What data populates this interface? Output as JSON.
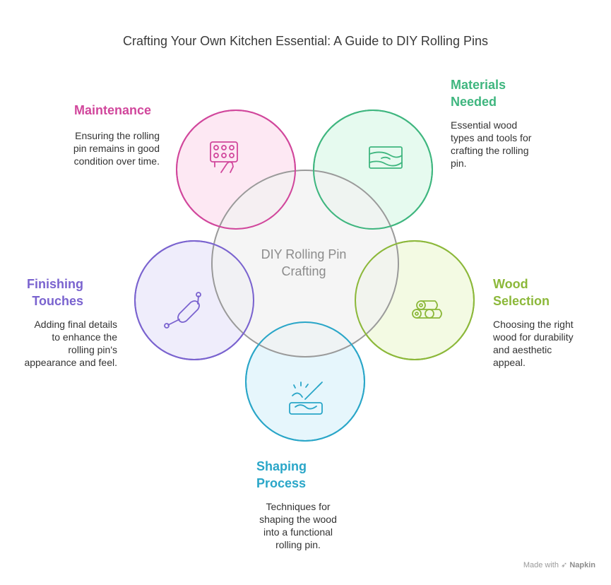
{
  "title": "Crafting Your Own Kitchen Essential: A Guide to DIY Rolling Pins",
  "center": {
    "label": "DIY Rolling Pin\nCrafting"
  },
  "nodes": [
    {
      "id": "maintenance",
      "label": "Maintenance",
      "description": "Ensuring the rolling\npin remains in good\ncondition over time.",
      "color": "#d1479c",
      "fill": "#fde8f3",
      "icon": "hand-pressing-buttons-icon"
    },
    {
      "id": "materials",
      "label": "Materials\nNeeded",
      "description": "Essential wood\ntypes and tools for\ncrafting the rolling\npin.",
      "color": "#3fb67f",
      "fill": "#e6faef",
      "icon": "wood-plank-icon"
    },
    {
      "id": "wood",
      "label": "Wood\nSelection",
      "description": "Choosing the right\nwood for durability\nand aesthetic\nappeal.",
      "color": "#8cb83a",
      "fill": "#f3fae3",
      "icon": "logs-icon"
    },
    {
      "id": "shaping",
      "label": "Shaping\nProcess",
      "description": "Techniques for\nshaping the wood\ninto a functional\nrolling pin.",
      "color": "#2aa6c8",
      "fill": "#e6f6fc",
      "icon": "carving-tool-icon"
    },
    {
      "id": "finishing",
      "label": "Finishing\nTouches",
      "description": "Adding final details\nto enhance the\nrolling pin's\nappearance and feel.",
      "color": "#7a63cf",
      "fill": "#efedfb",
      "icon": "rolling-pin-icon"
    }
  ],
  "footer": {
    "prefix": "Made with",
    "brand": "Napkin"
  }
}
